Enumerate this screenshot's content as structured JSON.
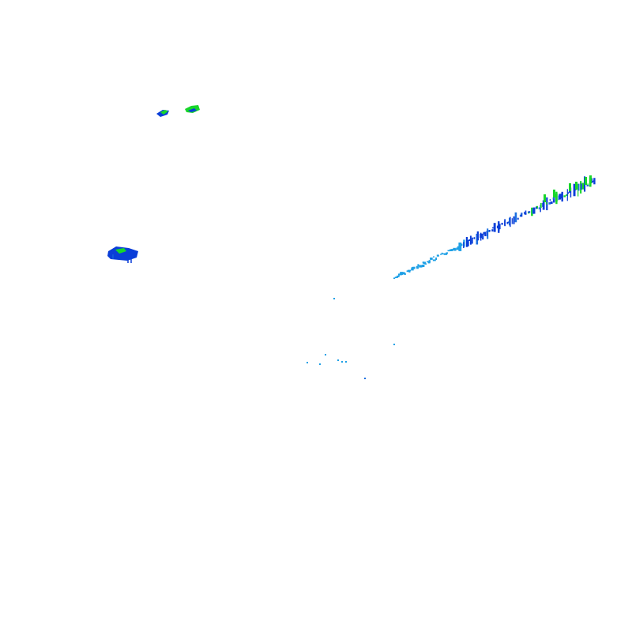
{
  "scene": {
    "background": "#ffffff",
    "colors": {
      "dark_blue": "#0a3ed8",
      "green": "#18d62a",
      "light_blue": "#1ea0e6",
      "mid_blue": "#1b6fe0"
    },
    "clusters": [
      {
        "name": "small-green-cluster-left",
        "palette": [
          "#0a3ed8",
          "#18d62a"
        ]
      },
      {
        "name": "small-green-cluster-right",
        "palette": [
          "#18d62a",
          "#0a3ed8"
        ]
      },
      {
        "name": "blue-block-cluster",
        "palette": [
          "#0a3ed8",
          "#18d62a"
        ]
      },
      {
        "name": "diagonal-streak",
        "palette": [
          "#1ea0e6",
          "#0a3ed8",
          "#18d62a"
        ]
      },
      {
        "name": "scattered-points",
        "palette": [
          "#1ea0e6",
          "#1b6fe0"
        ]
      }
    ]
  }
}
